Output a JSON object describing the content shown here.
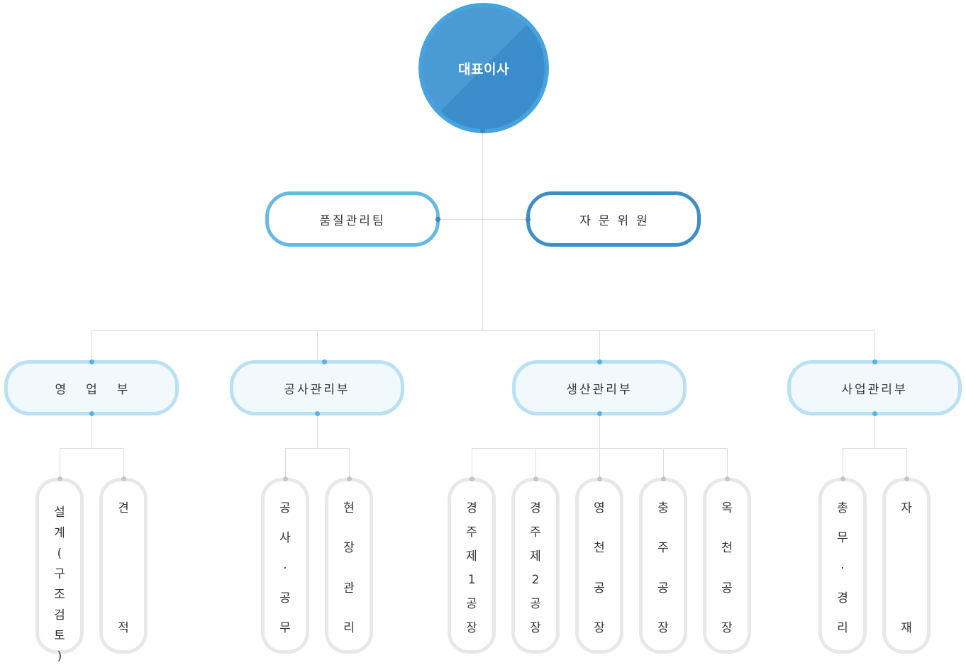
{
  "ceo": {
    "label": "대표이사"
  },
  "staff": [
    {
      "label": "품질관리팀"
    },
    {
      "label": "자문위원"
    }
  ],
  "departments": [
    {
      "label": "영업부"
    },
    {
      "label": "공사관리부"
    },
    {
      "label": "생산관리부"
    },
    {
      "label": "사업관리부"
    }
  ],
  "units": {
    "sales": [
      {
        "label": "설계(구조검토)",
        "chars": [
          "설",
          "계",
          "(",
          "구",
          "조",
          "검",
          "토",
          ")"
        ]
      },
      {
        "label": "견적",
        "chars": [
          "견",
          "적"
        ]
      }
    ],
    "construction": [
      {
        "label": "공사·공무",
        "chars": [
          "공",
          "사",
          "·",
          "공",
          "무"
        ]
      },
      {
        "label": "현장관리",
        "chars": [
          "현",
          "장",
          "관",
          "리"
        ]
      }
    ],
    "production": [
      {
        "label": "경주제1공장",
        "chars": [
          "경",
          "주",
          "제",
          "1",
          "공",
          "장"
        ]
      },
      {
        "label": "경주제2공장",
        "chars": [
          "경",
          "주",
          "제",
          "2",
          "공",
          "장"
        ]
      },
      {
        "label": "영천공장",
        "chars": [
          "영",
          "천",
          "공",
          "장"
        ]
      },
      {
        "label": "충주공장",
        "chars": [
          "충",
          "주",
          "공",
          "장"
        ]
      },
      {
        "label": "옥천공장",
        "chars": [
          "옥",
          "천",
          "공",
          "장"
        ]
      }
    ],
    "business": [
      {
        "label": "총무·경리",
        "chars": [
          "총",
          "무",
          "·",
          "경",
          "리"
        ]
      },
      {
        "label": "자재",
        "chars": [
          "자",
          "재"
        ]
      }
    ]
  },
  "colors": {
    "ceo": "#4a9bd4",
    "qa_border": "#68b9e0",
    "advisor_border": "#3f8fc7",
    "dept_border": "#b9e0f3",
    "dept_fill": "#f2f9fd",
    "unit_border": "#e8e8e8",
    "connector": "#dddddd"
  }
}
